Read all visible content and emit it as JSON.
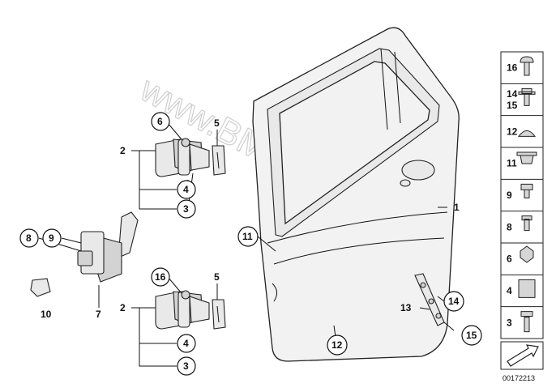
{
  "watermark": "www.BMWstore.pl",
  "diagram_id": "00172213",
  "callouts": {
    "door": "1",
    "hinge_upper": "2",
    "hinge_lower": "2",
    "bolt3_upper": "3",
    "bolt3_lower": "3",
    "nut4_upper": "4",
    "nut4_lower": "4",
    "shim_upper": "5",
    "shim_lower": "5",
    "nut6": "6",
    "check_arm": "7",
    "screw8": "8",
    "screw9": "9",
    "plug10": "10",
    "plug11": "11",
    "plug12": "12",
    "bracket13": "13",
    "screw14": "14",
    "screw15": "15",
    "bolt16": "16"
  },
  "legend": [
    {
      "label": "16",
      "icon": "bolt-icon"
    },
    {
      "label": "14\n15",
      "icon": "flange-screw-icon"
    },
    {
      "label": "12",
      "icon": "cap-plug-icon"
    },
    {
      "label": "11",
      "icon": "grommet-icon"
    },
    {
      "label": "9",
      "icon": "short-bolt-icon"
    },
    {
      "label": "8",
      "icon": "screw-icon"
    },
    {
      "label": "6",
      "icon": "hex-nut-icon"
    },
    {
      "label": "4",
      "icon": "expanding-nut-icon"
    },
    {
      "label": "3",
      "icon": "long-bolt-icon"
    },
    {
      "label": "",
      "icon": "direction-arrow-icon"
    }
  ]
}
